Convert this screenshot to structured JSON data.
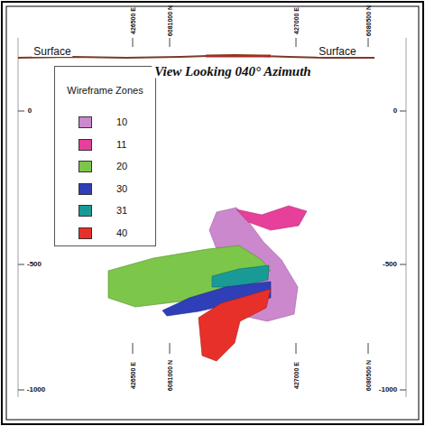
{
  "diagram": {
    "title": "View Looking 040° Azimuth",
    "labels": [
      "Surface",
      "Surface",
      "426500 E",
      "6081000 N",
      "427000 E",
      "6080500 N",
      "0",
      "0",
      "-500",
      "-500",
      "-1000",
      "-1000",
      "426500 E",
      "6081000 N",
      "427000 E",
      "6080500 N",
      "Wireframe Zones"
    ],
    "legend": [
      {
        "text": "10",
        "color": "#cc88cc"
      },
      {
        "text": "11",
        "color": "#e6409a"
      },
      {
        "text": "20",
        "color": "#7cc64a"
      },
      {
        "text": "30",
        "color": "#2f3fb8"
      },
      {
        "text": "31",
        "color": "#1a9a96"
      },
      {
        "text": "40",
        "color": "#e8302a"
      }
    ]
  }
}
